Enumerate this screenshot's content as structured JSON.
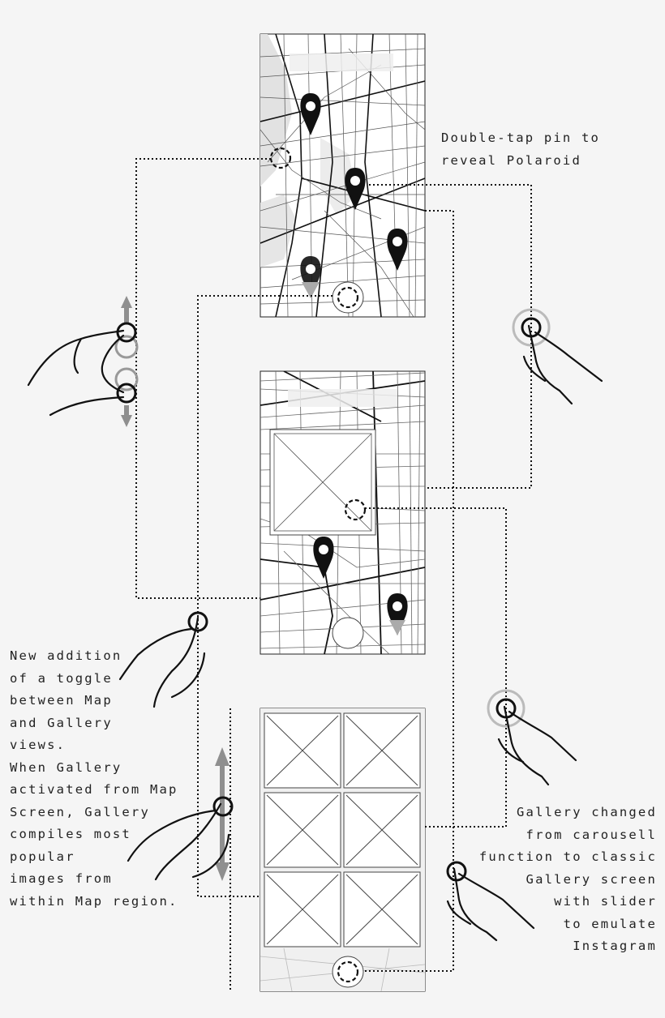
{
  "annotations": {
    "double_tap": "Double-tap pin to\nreveal Polaroid",
    "toggle_note": "New addition\nof a toggle\nbetween Map\nand Gallery\nviews.\nWhen Gallery\nactivated from Map\nScreen, Gallery\ncompiles most\npopular\nimages from\nwithin Map region.",
    "gallery_note": "Gallery changed\nfrom carousell\nfunction to classic\nGallery screen\nwith slider\nto emulate\nInstagram"
  },
  "colors": {
    "background": "#f5f5f5",
    "ink": "#111111",
    "map_base": "#ffffff",
    "map_water": "#e4e4e4",
    "gesture_gray": "#8f8f8f"
  },
  "icons": [
    "map-pin-icon",
    "toggle-circle-icon",
    "tap-target-icon",
    "hand-gesture-icon",
    "image-placeholder-icon",
    "scroll-arrow-icon"
  ]
}
